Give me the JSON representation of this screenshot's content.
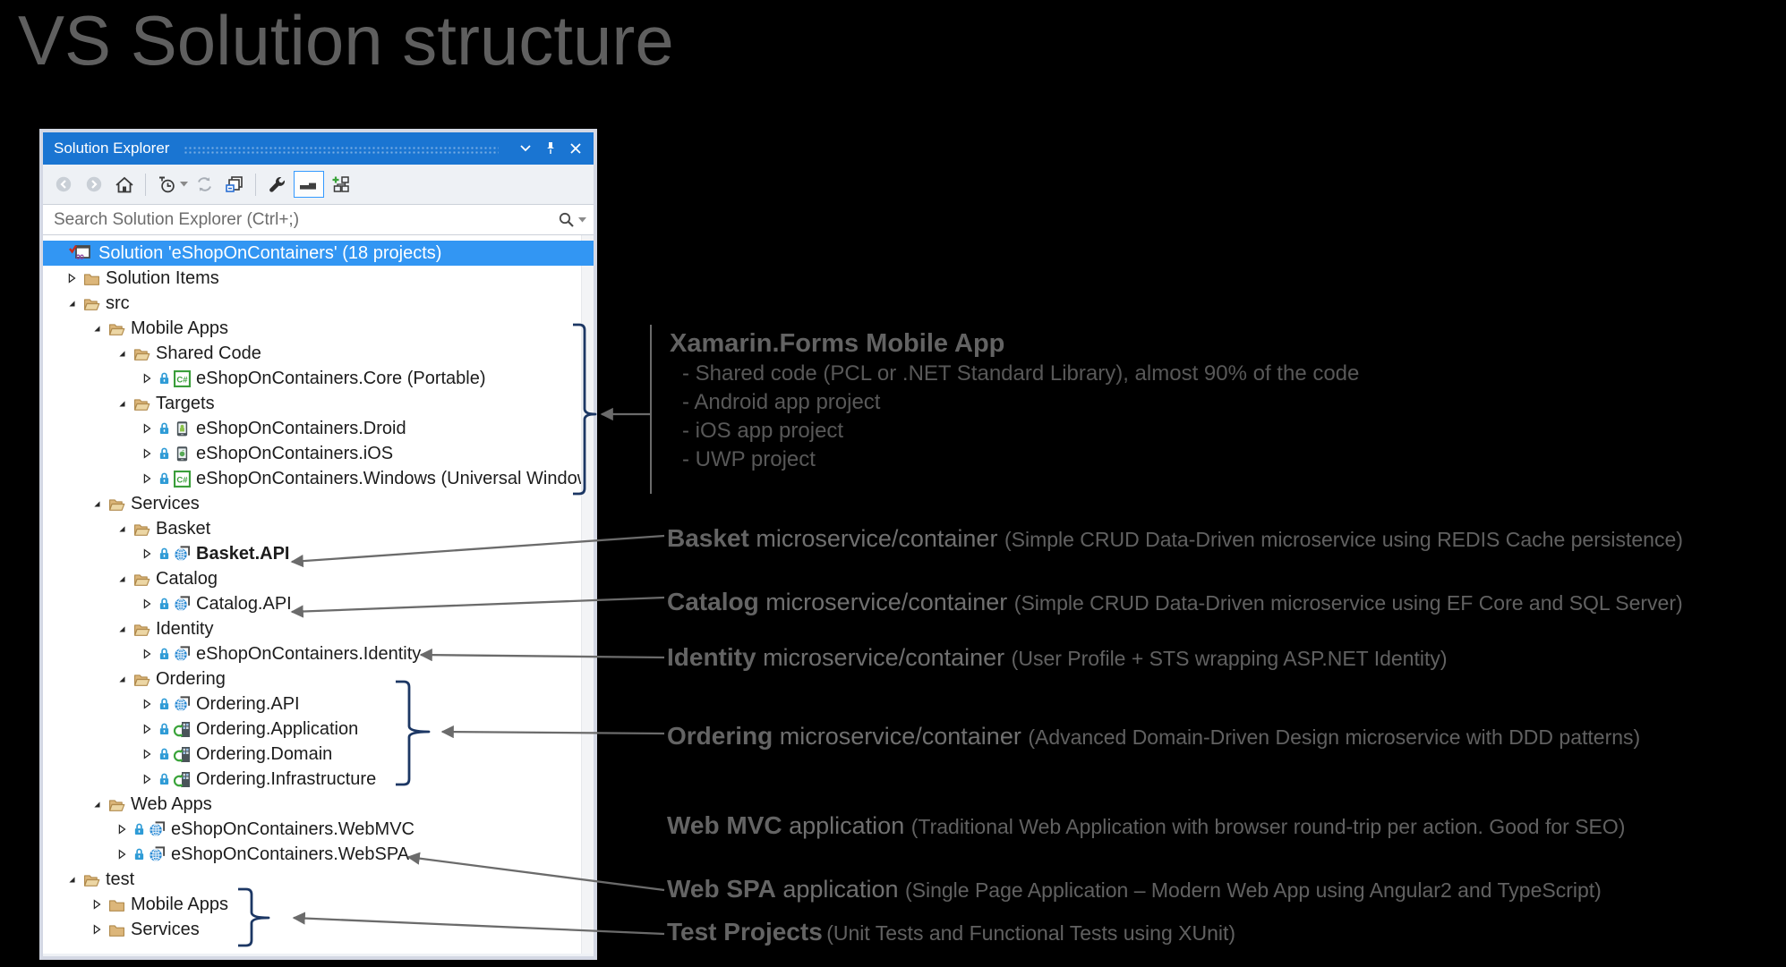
{
  "page": {
    "title": "VS Solution structure"
  },
  "panel": {
    "title": "Solution Explorer",
    "titlebar_icons": [
      "window-position",
      "pin",
      "close"
    ],
    "toolbar_groups": [
      [
        "back",
        "forward",
        "home"
      ],
      [
        "pending-changes",
        "refresh",
        "collapse-all"
      ],
      [
        "properties",
        "preview-selected-items",
        "show-all-files"
      ]
    ],
    "search": {
      "placeholder": "Search Solution Explorer (Ctrl+;)"
    },
    "tree": {
      "rows": [
        {
          "label": "Solution 'eShopOnContainers' (18 projects)",
          "level": 0,
          "expander": "none",
          "icon": "solution-icon",
          "lock": false,
          "bold": false,
          "selected": true
        },
        {
          "label": "Solution Items",
          "level": 1,
          "expander": "collapsed",
          "icon": "folder-closed-icon",
          "lock": false,
          "bold": false,
          "selected": false
        },
        {
          "label": "src",
          "level": 1,
          "expander": "expanded",
          "icon": "folder-open-icon",
          "lock": false,
          "bold": false,
          "selected": false
        },
        {
          "label": "Mobile Apps",
          "level": 2,
          "expander": "expanded",
          "icon": "folder-open-icon",
          "lock": false,
          "bold": false,
          "selected": false
        },
        {
          "label": "Shared Code",
          "level": 3,
          "expander": "expanded",
          "icon": "folder-open-icon",
          "lock": false,
          "bold": false,
          "selected": false
        },
        {
          "label": "eShopOnContainers.Core (Portable)",
          "level": 4,
          "expander": "collapsed",
          "icon": "csharp-project-icon",
          "lock": true,
          "bold": false,
          "selected": false
        },
        {
          "label": "Targets",
          "level": 3,
          "expander": "expanded",
          "icon": "folder-open-icon",
          "lock": false,
          "bold": false,
          "selected": false
        },
        {
          "label": "eShopOnContainers.Droid",
          "level": 4,
          "expander": "collapsed",
          "icon": "android-project-icon",
          "lock": true,
          "bold": false,
          "selected": false
        },
        {
          "label": "eShopOnContainers.iOS",
          "level": 4,
          "expander": "collapsed",
          "icon": "ios-project-icon",
          "lock": true,
          "bold": false,
          "selected": false
        },
        {
          "label": "eShopOnContainers.Windows (Universal Windows)",
          "level": 4,
          "expander": "collapsed",
          "icon": "csharp-project-icon",
          "lock": true,
          "bold": false,
          "selected": false
        },
        {
          "label": "Services",
          "level": 2,
          "expander": "expanded",
          "icon": "folder-open-icon",
          "lock": false,
          "bold": false,
          "selected": false
        },
        {
          "label": "Basket",
          "level": 3,
          "expander": "expanded",
          "icon": "folder-open-icon",
          "lock": false,
          "bold": false,
          "selected": false
        },
        {
          "label": "Basket.API",
          "level": 4,
          "expander": "collapsed",
          "icon": "web-project-icon",
          "lock": true,
          "bold": true,
          "selected": false
        },
        {
          "label": "Catalog",
          "level": 3,
          "expander": "expanded",
          "icon": "folder-open-icon",
          "lock": false,
          "bold": false,
          "selected": false
        },
        {
          "label": "Catalog.API",
          "level": 4,
          "expander": "collapsed",
          "icon": "web-project-icon",
          "lock": true,
          "bold": false,
          "selected": false
        },
        {
          "label": "Identity",
          "level": 3,
          "expander": "expanded",
          "icon": "folder-open-icon",
          "lock": false,
          "bold": false,
          "selected": false
        },
        {
          "label": "eShopOnContainers.Identity",
          "level": 4,
          "expander": "collapsed",
          "icon": "web-project-icon",
          "lock": true,
          "bold": false,
          "selected": false
        },
        {
          "label": "Ordering",
          "level": 3,
          "expander": "expanded",
          "icon": "folder-open-icon",
          "lock": false,
          "bold": false,
          "selected": false
        },
        {
          "label": "Ordering.API",
          "level": 4,
          "expander": "collapsed",
          "icon": "web-project-icon",
          "lock": true,
          "bold": false,
          "selected": false
        },
        {
          "label": "Ordering.Application",
          "level": 4,
          "expander": "collapsed",
          "icon": "library-project-icon",
          "lock": true,
          "bold": false,
          "selected": false
        },
        {
          "label": "Ordering.Domain",
          "level": 4,
          "expander": "collapsed",
          "icon": "library-project-icon",
          "lock": true,
          "bold": false,
          "selected": false
        },
        {
          "label": "Ordering.Infrastructure",
          "level": 4,
          "expander": "collapsed",
          "icon": "library-project-icon",
          "lock": true,
          "bold": false,
          "selected": false
        },
        {
          "label": "Web Apps",
          "level": 2,
          "expander": "expanded",
          "icon": "folder-open-icon",
          "lock": false,
          "bold": false,
          "selected": false
        },
        {
          "label": "eShopOnContainers.WebMVC",
          "level": 3,
          "expander": "collapsed",
          "icon": "web-project-icon",
          "lock": true,
          "bold": false,
          "selected": false
        },
        {
          "label": "eShopOnContainers.WebSPA",
          "level": 3,
          "expander": "collapsed",
          "icon": "web-project-icon",
          "lock": true,
          "bold": false,
          "selected": false
        },
        {
          "label": "test",
          "level": 1,
          "expander": "expanded",
          "icon": "folder-open-icon",
          "lock": false,
          "bold": false,
          "selected": false
        },
        {
          "label": "Mobile Apps",
          "level": 2,
          "expander": "collapsed",
          "icon": "folder-closed-icon",
          "lock": false,
          "bold": false,
          "selected": false
        },
        {
          "label": "Services",
          "level": 2,
          "expander": "collapsed",
          "icon": "folder-closed-icon",
          "lock": false,
          "bold": false,
          "selected": false
        }
      ]
    }
  },
  "annotations": {
    "xamarin": {
      "title": "Xamarin.Forms Mobile App",
      "bullets": [
        "- Shared code (PCL or .NET Standard Library), almost 90% of the code",
        "- Android app project",
        "- iOS app project",
        "- UWP project"
      ]
    },
    "notes": [
      {
        "id": "basket",
        "bold": "Basket",
        "mid": "microservice/container",
        "paren": "(Simple CRUD Data-Driven microservice using REDIS Cache persistence)"
      },
      {
        "id": "catalog",
        "bold": "Catalog",
        "mid": "microservice/container",
        "paren": "(Simple CRUD Data-Driven microservice using EF Core and SQL Server)"
      },
      {
        "id": "identity",
        "bold": "Identity",
        "mid": "microservice/container",
        "paren": "(User Profile + STS wrapping ASP.NET Identity)"
      },
      {
        "id": "ordering",
        "bold": "Ordering",
        "mid": "microservice/container",
        "paren": "(Advanced Domain-Driven Design microservice with DDD patterns)"
      },
      {
        "id": "webmvc",
        "bold": "Web MVC",
        "mid": "application",
        "paren": "(Traditional Web Application with browser round-trip per action. Good for SEO)"
      },
      {
        "id": "webspa",
        "bold": "Web SPA",
        "mid": "application",
        "paren": "(Single Page Application – Modern Web App using Angular2 and TypeScript)"
      },
      {
        "id": "test",
        "bold": "Test Projects",
        "mid": "",
        "paren": "(Unit Tests and Functional Tests using XUnit)"
      }
    ]
  },
  "colors": {
    "titlebar_blue": "#1a75d2",
    "selection_blue": "#3296f3",
    "folder_tan": "#dcb67a",
    "brace_navy": "#1c3764",
    "arrow_gray": "#6b6b6b",
    "annotation_gray": "#616161"
  }
}
